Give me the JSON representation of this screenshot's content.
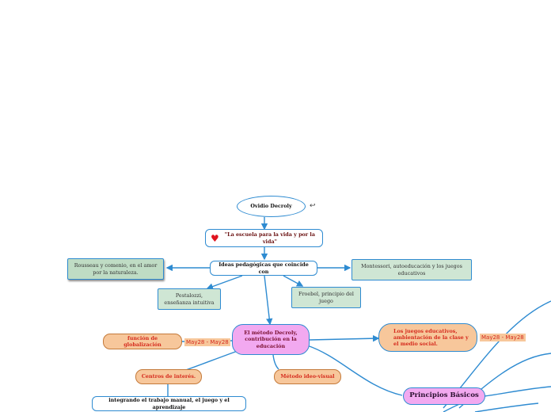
{
  "nodes": {
    "root": "Ovidio Decroly",
    "quote": "\"La escuela para la vida y por la vida\"",
    "ideas": "Ideas pedagógicas que coincide con",
    "rousseau": "Rousseau y comenio, en el amor por la naturaleza.",
    "montessori": "Montessori, autoeducación y los juegos educativos",
    "pestalozzi": "Pestalozzi, enseñanza intuitiva",
    "froebel": "Froebel, principio del juego",
    "metodo": "El método Decroly, contribución en la educación",
    "juegos": "Los juegos educativos, ambientación de la clase y el medio social.",
    "funcion": "función de globalización",
    "centros": "Centros de interés.",
    "ideo": "Método ideo-visual",
    "integrando": "integrando el trabajo manual, el juego y el aprendizaje",
    "principios": "Principios Básicos"
  },
  "dates": {
    "funcion_date": "May28 - May28",
    "juegos_date": "May28 - May28"
  },
  "icons": {
    "quote_icon": "heart-icon",
    "root_icon": "link-icon"
  },
  "colors": {
    "connector": "#2e8bd1",
    "pink_node": "#f2a9f0",
    "orange_node": "#f7c79b",
    "green_node": "#cfe6d4",
    "date_text": "#d52b1e"
  }
}
